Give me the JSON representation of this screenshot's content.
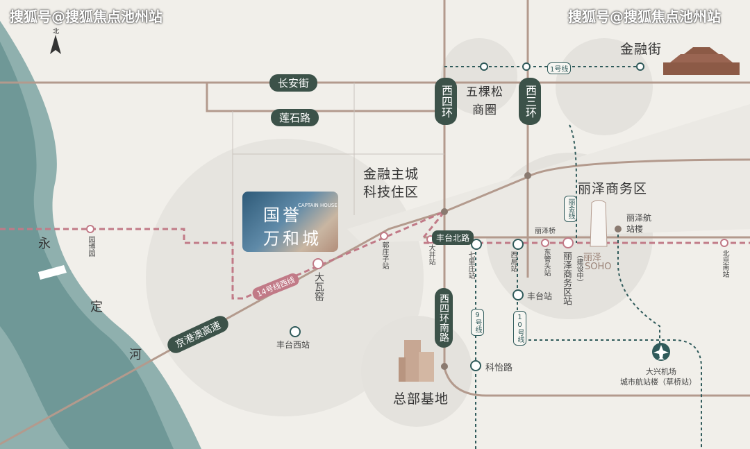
{
  "watermark": {
    "left": "搜狐号@搜狐焦点池州站",
    "right": "搜狐号@搜狐焦点池州站"
  },
  "compass": {
    "north": "北"
  },
  "roads": {
    "changan": "长安街",
    "lianshi": "莲石路",
    "xisihuan": "西四环",
    "xisanhuan": "西三环",
    "xisihuan_south": "西四环南路",
    "fengtai_north": "丰台北路",
    "jinggangao": "京港澳高速"
  },
  "lines": {
    "line1": "1号线",
    "line14": "14号线西线",
    "line9": "9号线",
    "line10": "10号线",
    "lize": "丽金线"
  },
  "districts": {
    "wukesong": "五棵松商圈",
    "jinrongjie": "金融街",
    "jinrong_city": "金融主城科技住区",
    "lize": "丽泽商务区",
    "zongbu": "总部基地"
  },
  "project": {
    "name_line1": "国誉",
    "name_line2": "万和城",
    "english": "CAPTAIN HOUSE"
  },
  "river": [
    "永",
    "定",
    "河"
  ],
  "stations": {
    "guobo": "园博园",
    "dawayao": "大瓦窑",
    "guozhuangzi": "郭庄子站",
    "dajing": "大井站",
    "qilizhuang": "七里庄站",
    "xiju": "西局站",
    "dongguantou": "东管头站",
    "lizeqiao": "丽泽桥",
    "lize_station": "丽泽商务区站",
    "lize_building": "（建设中）",
    "fengtai": "丰台站",
    "fengtaixi": "丰台西站",
    "keyilu": "科怡路",
    "beijingnan": "北京南站",
    "lize_terminal": "丽泽航站楼",
    "daxing": "大兴机场",
    "daxing_terminal": "城市航站楼（草桥站）"
  },
  "lize_soho": {
    "cn": "丽泽",
    "en": "SOHO"
  },
  "colors": {
    "background": "#f1efea",
    "road": "#b39a8d",
    "metro_teal": "#2f5a5a",
    "metro_red": "#c17a87",
    "badge": "#3c5249",
    "river": "#7ea3a3"
  }
}
